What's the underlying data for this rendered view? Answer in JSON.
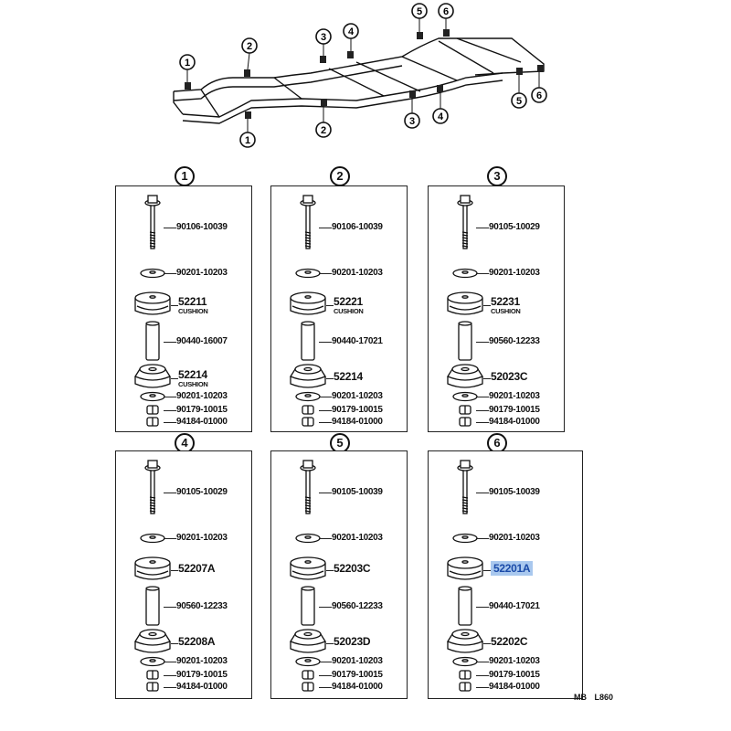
{
  "diagram_code": "MB L860",
  "frame": {
    "callouts": [
      "1",
      "2",
      "3",
      "4",
      "5",
      "6"
    ]
  },
  "highlight": {
    "part": "52201A",
    "background": "#a9c8ee",
    "text_color": "#1a4aa8"
  },
  "panels": [
    {
      "num": "1",
      "parts": [
        {
          "no": "90106-10039",
          "type": "bolt"
        },
        {
          "no": "90201-10203",
          "type": "washer"
        },
        {
          "no": "52211",
          "sub": "CUSHION",
          "type": "cushion-upper"
        },
        {
          "no": "90440-16007",
          "type": "collar"
        },
        {
          "no": "52214",
          "sub": "CUSHION",
          "type": "cushion-lower"
        },
        {
          "no": "90201-10203",
          "type": "washer"
        },
        {
          "no": "90179-10015",
          "type": "nut"
        },
        {
          "no": "94184-01000",
          "type": "nut"
        }
      ]
    },
    {
      "num": "2",
      "parts": [
        {
          "no": "90106-10039",
          "type": "bolt"
        },
        {
          "no": "90201-10203",
          "type": "washer"
        },
        {
          "no": "52221",
          "sub": "CUSHION",
          "type": "cushion-upper"
        },
        {
          "no": "90440-17021",
          "type": "collar"
        },
        {
          "no": "52214",
          "type": "cushion-lower"
        },
        {
          "no": "90201-10203",
          "type": "washer"
        },
        {
          "no": "90179-10015",
          "type": "nut"
        },
        {
          "no": "94184-01000",
          "type": "nut"
        }
      ]
    },
    {
      "num": "3",
      "parts": [
        {
          "no": "90105-10029",
          "type": "bolt"
        },
        {
          "no": "90201-10203",
          "type": "washer"
        },
        {
          "no": "52231",
          "sub": "CUSHION",
          "type": "cushion-upper"
        },
        {
          "no": "90560-12233",
          "type": "collar"
        },
        {
          "no": "52023C",
          "type": "cushion-lower"
        },
        {
          "no": "90201-10203",
          "type": "washer"
        },
        {
          "no": "90179-10015",
          "type": "nut"
        },
        {
          "no": "94184-01000",
          "type": "nut"
        }
      ]
    },
    {
      "num": "4",
      "parts": [
        {
          "no": "90105-10029",
          "type": "bolt"
        },
        {
          "no": "90201-10203",
          "type": "washer"
        },
        {
          "no": "52207A",
          "type": "cushion-upper"
        },
        {
          "no": "90560-12233",
          "type": "collar"
        },
        {
          "no": "52208A",
          "type": "cushion-lower"
        },
        {
          "no": "90201-10203",
          "type": "washer"
        },
        {
          "no": "90179-10015",
          "type": "nut"
        },
        {
          "no": "94184-01000",
          "type": "nut"
        }
      ]
    },
    {
      "num": "5",
      "parts": [
        {
          "no": "90105-10039",
          "type": "bolt"
        },
        {
          "no": "90201-10203",
          "type": "washer"
        },
        {
          "no": "52203C",
          "type": "cushion-upper"
        },
        {
          "no": "90560-12233",
          "type": "collar"
        },
        {
          "no": "52023D",
          "type": "cushion-lower"
        },
        {
          "no": "90201-10203",
          "type": "washer"
        },
        {
          "no": "90179-10015",
          "type": "nut"
        },
        {
          "no": "94184-01000",
          "type": "nut"
        }
      ]
    },
    {
      "num": "6",
      "parts": [
        {
          "no": "90105-10039",
          "type": "bolt"
        },
        {
          "no": "90201-10203",
          "type": "washer"
        },
        {
          "no": "52201A",
          "type": "cushion-upper"
        },
        {
          "no": "90440-17021",
          "type": "collar"
        },
        {
          "no": "52202C",
          "type": "cushion-lower"
        },
        {
          "no": "90201-10203",
          "type": "washer"
        },
        {
          "no": "90179-10015",
          "type": "nut"
        },
        {
          "no": "94184-01000",
          "type": "nut"
        }
      ]
    }
  ]
}
